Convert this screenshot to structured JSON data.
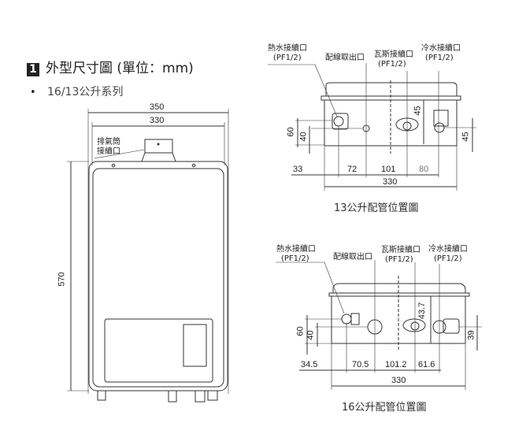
{
  "section": {
    "number": "1",
    "title": "外型尺寸圖 (單位：mm)"
  },
  "series": {
    "bullet": "•",
    "label": "16/13公升系列"
  },
  "front_view": {
    "width_outer": "350",
    "width_inner": "330",
    "height": "570",
    "exhaust_label_line1": "排氣筒",
    "exhaust_label_line2": "接續口"
  },
  "piping_13": {
    "caption": "13公升配管位置圖",
    "labels": {
      "hot_water": "熱水接續口",
      "hot_water_spec": "(PF1/2)",
      "wiring": "配線取出口",
      "gas": "瓦斯接續口",
      "gas_spec": "(PF1/2)",
      "cold_water": "冷水接續口",
      "cold_water_spec": "(PF1/2)"
    },
    "dims": {
      "d1": "33",
      "d2": "72",
      "d3": "101",
      "d4": "80",
      "total": "330",
      "h60": "60",
      "h40": "40",
      "h45a": "45",
      "h45b": "45"
    }
  },
  "piping_16": {
    "caption": "16公升配管位置圖",
    "labels": {
      "hot_water": "熱水接續口",
      "hot_water_spec": "(PF1/2)",
      "wiring": "配線取出口",
      "gas": "瓦斯接續口",
      "gas_spec": "(PF1/2)",
      "cold_water": "冷水接續口",
      "cold_water_spec": "(PF1/2)"
    },
    "dims": {
      "d1": "34.5",
      "d2": "70.5",
      "d3": "101.2",
      "d4": "61.6",
      "total": "330",
      "h60": "60",
      "h40": "40",
      "h437": "43.7",
      "h39": "39"
    }
  }
}
